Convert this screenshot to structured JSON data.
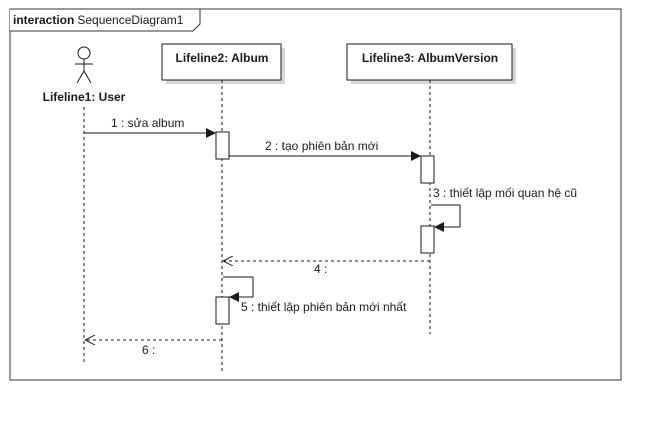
{
  "frame": {
    "keyword": "interaction",
    "name": "SequenceDiagram1"
  },
  "lifelines": [
    {
      "id": "user",
      "label": "Lifeline1: User",
      "kind": "actor"
    },
    {
      "id": "album",
      "label": "Lifeline2: Album",
      "kind": "box"
    },
    {
      "id": "albumversion",
      "label": "Lifeline3: AlbumVersion",
      "kind": "box"
    }
  ],
  "messages": [
    {
      "number": "1",
      "label": "1 : sửa album",
      "from": "user",
      "to": "album",
      "style": "sync"
    },
    {
      "number": "2",
      "label": "2 : tạo phiên bản mới",
      "from": "album",
      "to": "albumversion",
      "style": "sync"
    },
    {
      "number": "3",
      "label": "3 : thiết lập mối quan hệ cũ",
      "from": "albumversion",
      "to": "albumversion",
      "style": "self"
    },
    {
      "number": "4",
      "label": "4 :",
      "from": "albumversion",
      "to": "album",
      "style": "return"
    },
    {
      "number": "5",
      "label": "5 : thiết lập phiên bản mới nhất",
      "from": "album",
      "to": "album",
      "style": "self"
    },
    {
      "number": "6",
      "label": "6 :",
      "from": "album",
      "to": "user",
      "style": "return"
    }
  ],
  "colors": {
    "line": "#1a1a1a",
    "box_fill": "#ffffff",
    "box_shadow": "#d8d8d8",
    "frame_border": "#333333"
  }
}
